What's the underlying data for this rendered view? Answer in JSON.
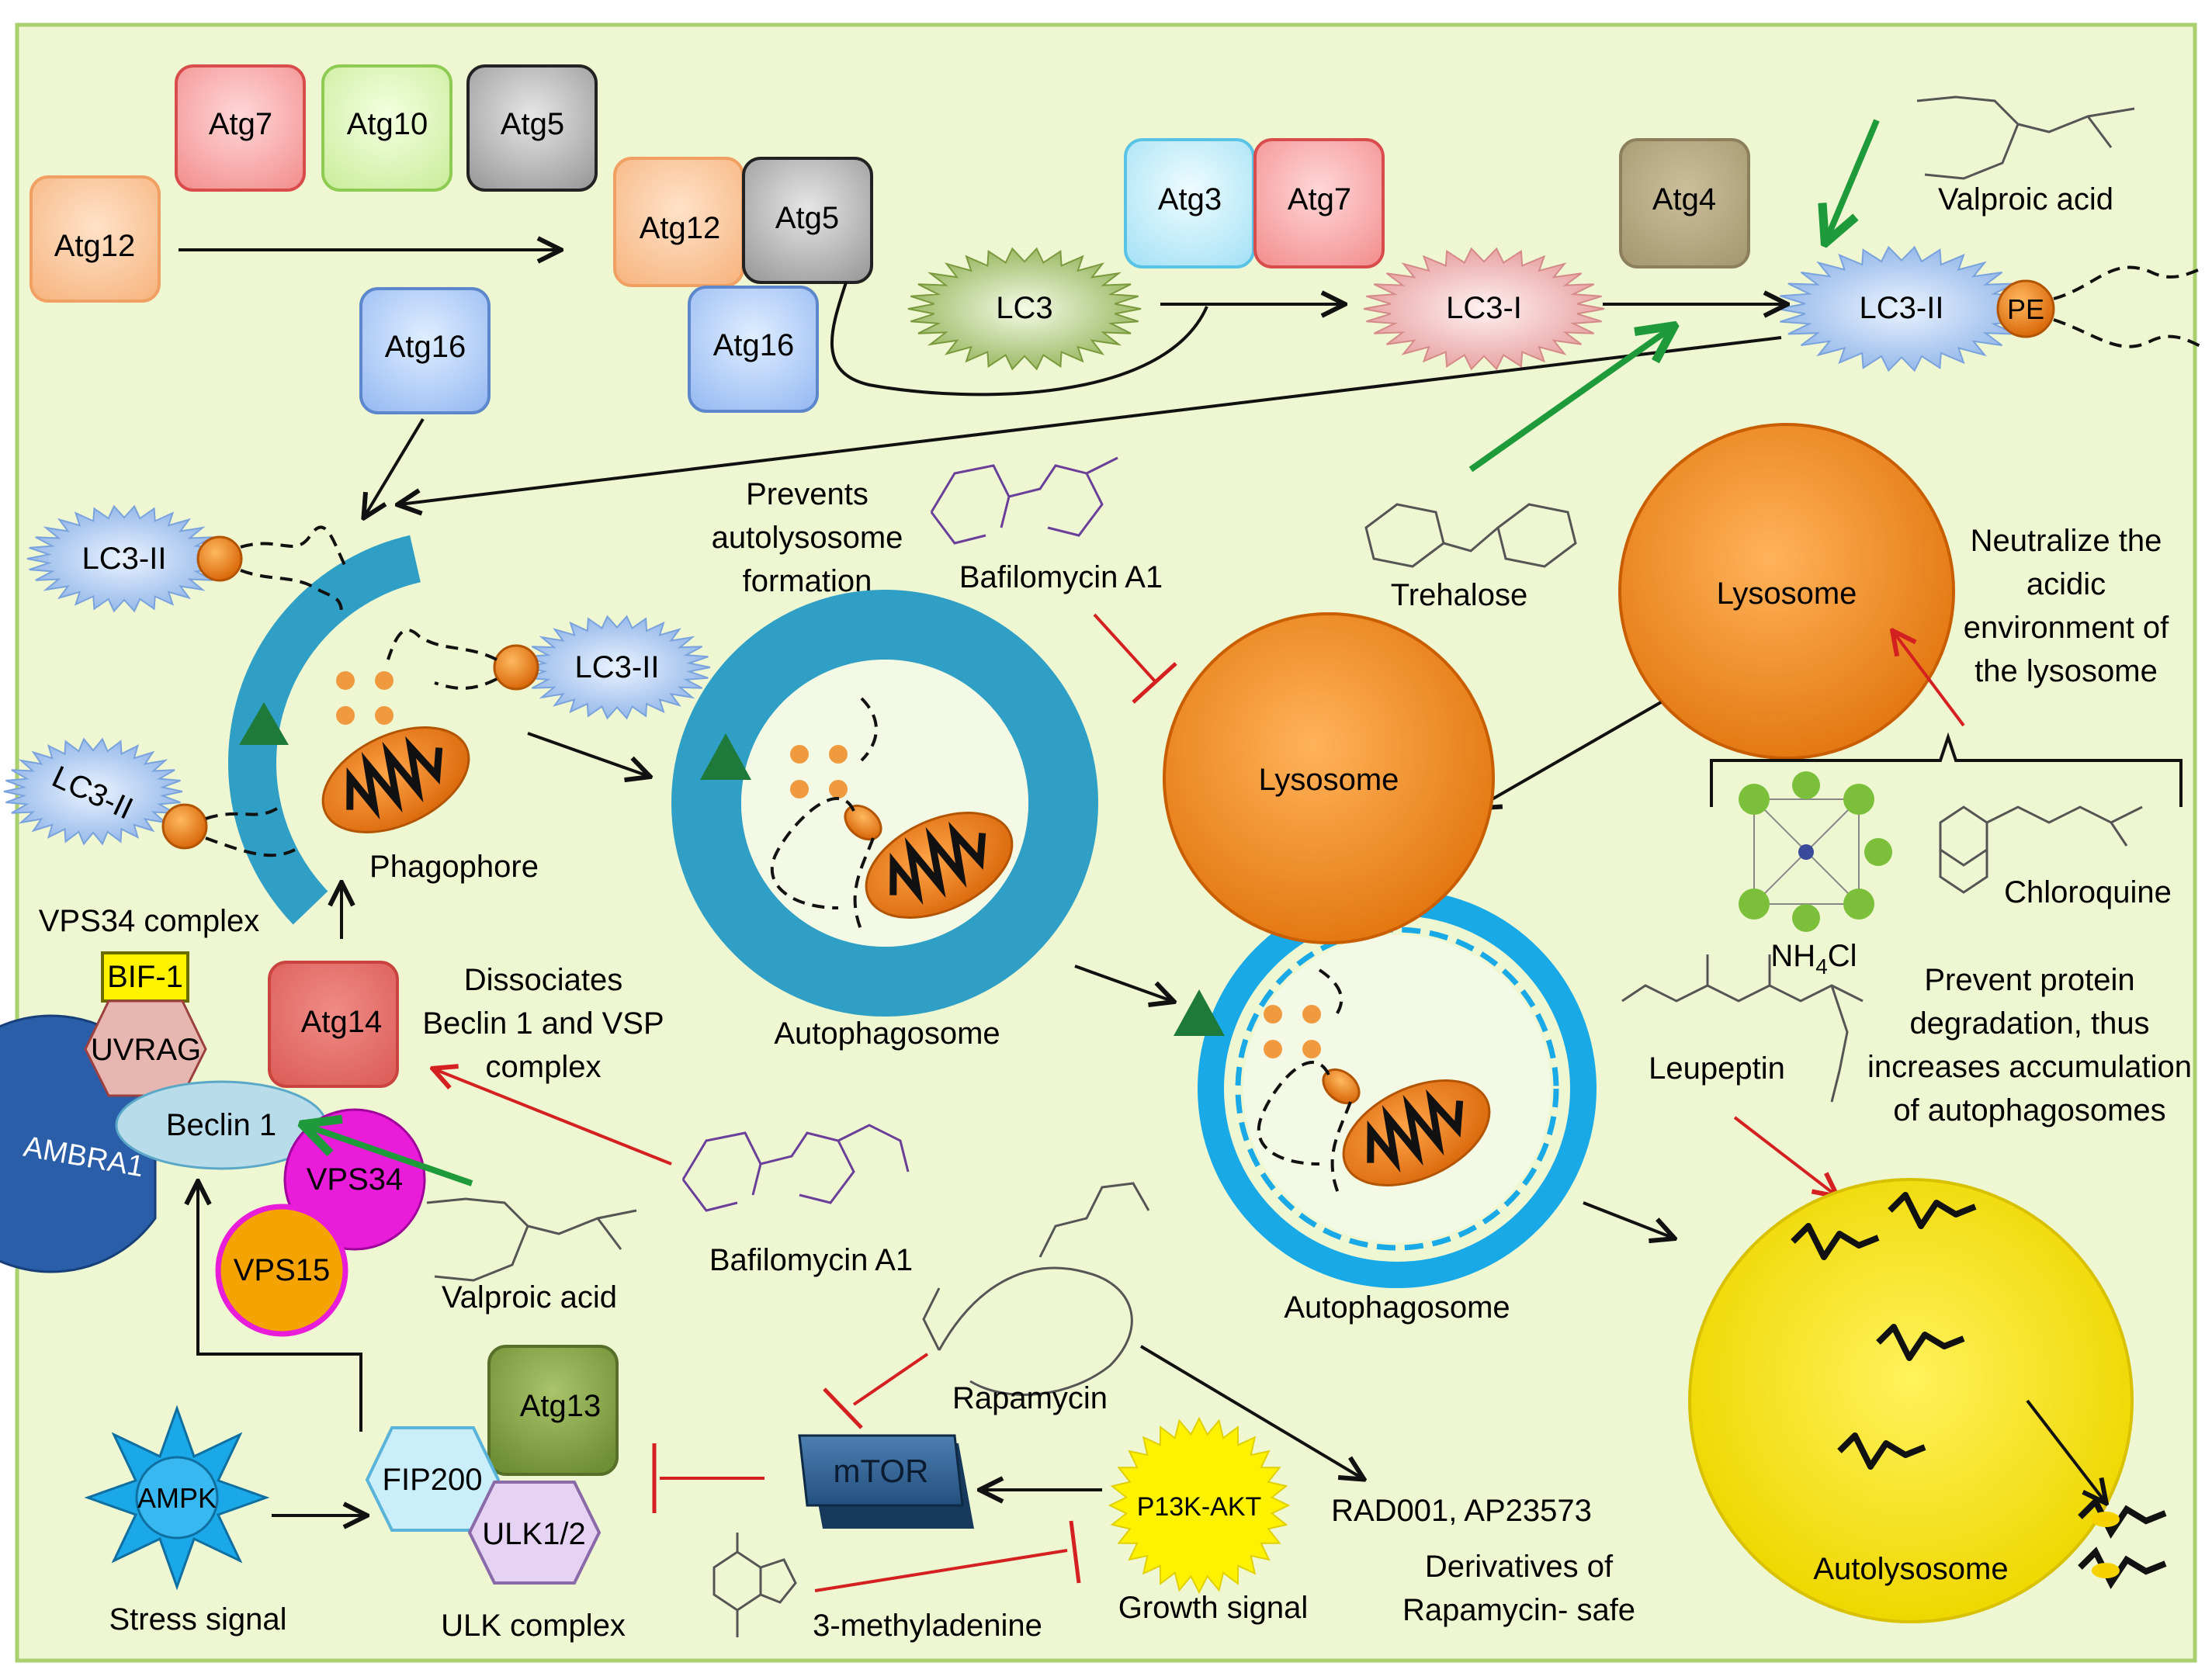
{
  "proteins": {
    "atg7_top": "Atg7",
    "atg10": "Atg10",
    "atg5_top": "Atg5",
    "atg12_left": "Atg12",
    "atg12_complex": "Atg12",
    "atg5_complex": "Atg5",
    "atg16_complex": "Atg16",
    "atg16_left": "Atg16",
    "atg3": "Atg3",
    "atg7_mid": "Atg7",
    "atg4": "Atg4",
    "atg14": "Atg14",
    "atg13": "Atg13",
    "fip200": "FIP200",
    "ulk12": "ULK1/2",
    "vps34": "VPS34",
    "vps15": "VPS15",
    "beclin1": "Beclin 1",
    "uvrag": "UVRAG",
    "bif1": "BIF-1",
    "ambra1": "AMBRA1",
    "ampk": "AMPK",
    "mtor": "mTOR",
    "pi3k_akt": "P13K-AKT",
    "pe": "PE"
  },
  "lc3": {
    "lc3": "LC3",
    "lc3_i": "LC3-I",
    "lc3_ii": "LC3-II"
  },
  "organelles": {
    "lysosome": "Lysosome",
    "phagophore": "Phagophore",
    "autophagosome": "Autophagosome",
    "autolysosome": "Autolysosome"
  },
  "labels": {
    "vps34_complex": "VPS34 complex",
    "ulk_complex": "ULK complex",
    "stress_signal": "Stress signal",
    "growth_signal": "Growth signal",
    "prevents_line1": "Prevents",
    "prevents_line2": "autolysosome",
    "prevents_line3": "formation",
    "dissociates_line1": "Dissociates",
    "dissociates_line2": "Beclin 1 and VSP",
    "dissociates_line3": "complex",
    "neutralize_line1": "Neutralize the",
    "neutralize_line2": "acidic",
    "neutralize_line3": "environment of",
    "neutralize_line4": "the lysosome",
    "prevent_line1": "Prevent protein",
    "prevent_line2": "degradation, thus",
    "prevent_line3": "increases accumulation",
    "prevent_line4": "of autophagosomes",
    "rad001": "RAD001, AP23573",
    "derivatives_line1": "Derivatives of",
    "derivatives_line2": "Rapamycin- safe"
  },
  "drugs": {
    "valproic_acid": "Valproic acid",
    "bafilomycin": "Bafilomycin A1",
    "trehalose": "Trehalose",
    "nh4cl_main": "NH",
    "nh4cl_sub": "4",
    "nh4cl_tail": "Cl",
    "chloroquine": "Chloroquine",
    "leupeptin": "Leupeptin",
    "rapamycin": "Rapamycin",
    "methyladenine": "3-methyladenine"
  },
  "colors": {
    "background": "#eef7d2",
    "border": "#a9cf6e",
    "arrow": "#111111",
    "inhibit": "#d42020",
    "activate": "#1f9a3a",
    "lysosome": "#f28a1e",
    "phagophore": "#2f9fc6",
    "autolysosome": "#fff200"
  }
}
